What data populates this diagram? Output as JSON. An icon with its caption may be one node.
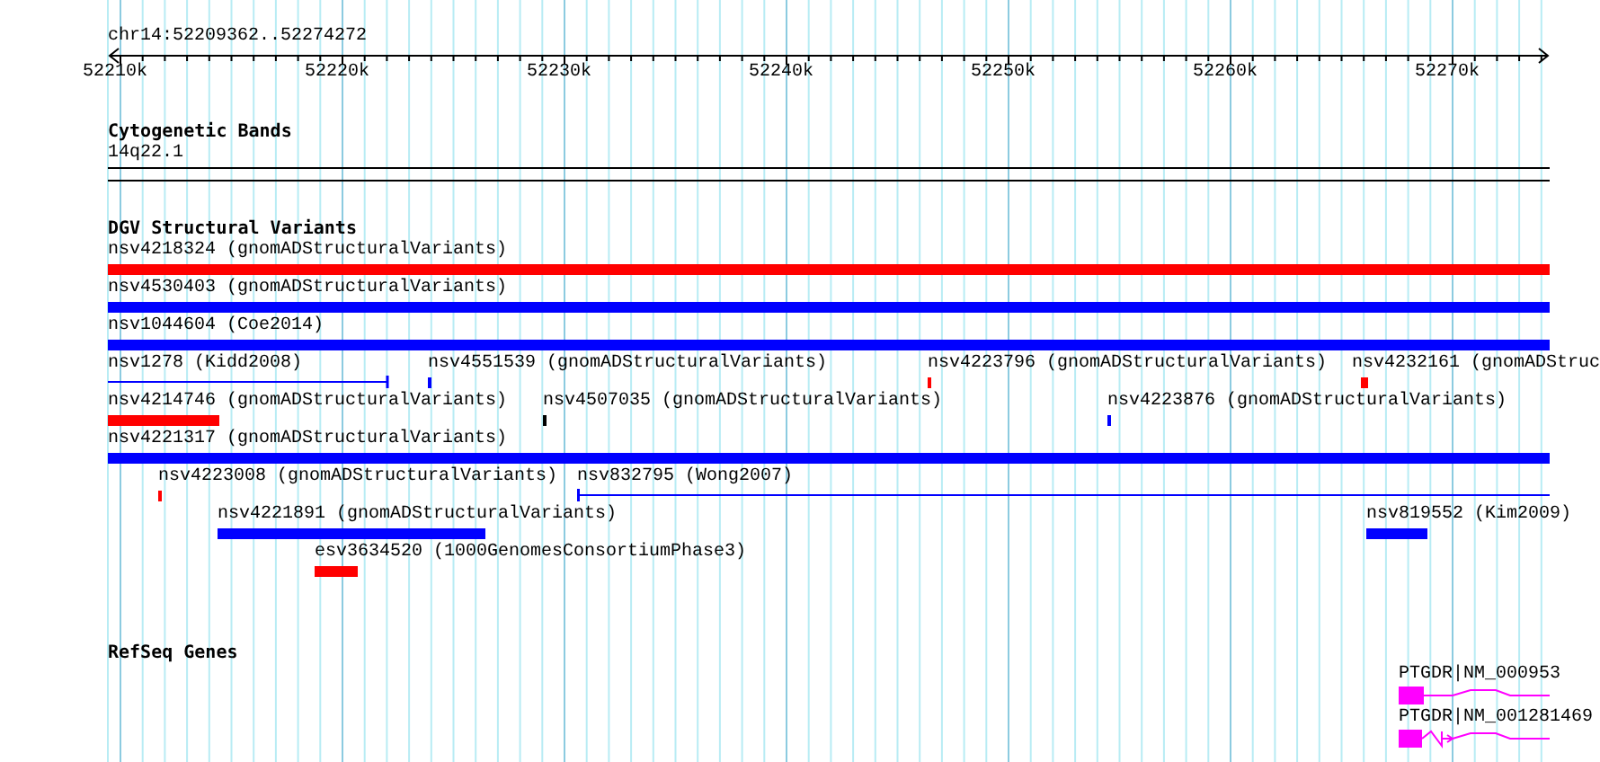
{
  "diagram": {
    "nodes": [
      {
        "text": [
          "14q22.1"
        ]
      },
      {
        "text": [
          "nsv4218324 (gnomADStructuralVariants)"
        ]
      },
      {
        "text": [
          "nsv4530403 (gnomADStructuralVariants)"
        ]
      },
      {
        "text": [
          "nsv1044604 (Coe2014)"
        ]
      },
      {
        "text": [
          "nsv1278 (Kidd2008)"
        ]
      },
      {
        "text": [
          "nsv4551539 (gnomADStructuralVariants)"
        ]
      },
      {
        "text": [
          "nsv4223796 (gnomADStructuralVariants)"
        ]
      },
      {
        "text": [
          "nsv4232161 (gnomADStruc"
        ]
      },
      {
        "text": [
          "nsv4214746 (gnomADStructuralVariants)"
        ]
      },
      {
        "text": [
          "nsv4507035 (gnomADStructuralVariants)"
        ]
      },
      {
        "text": [
          "nsv4223876 (gnomADStructuralVariants)"
        ]
      },
      {
        "text": [
          "nsv4221317 (gnomADStructuralVariants)"
        ]
      },
      {
        "text": [
          "nsv4223008 (gnomADStructuralVariants)"
        ]
      },
      {
        "text": [
          "nsv832795 (Wong2007)"
        ]
      },
      {
        "text": [
          "nsv4221891 (gnomADStructuralVariants)"
        ]
      },
      {
        "text": [
          "nsv819552 (Kim2009)"
        ]
      },
      {
        "text": [
          "esv3634520 (1000GenomesConsortiumPhase3)"
        ]
      },
      {
        "text": [
          "PTGDR|NM_000953"
        ]
      },
      {
        "text": [
          "PTGDR|NM_001281469"
        ]
      }
    ],
    "labels": [
      "chr14:52209362..52274272",
      "52210k",
      "52220k",
      "52230k",
      "52240k",
      "52250k",
      "52260k",
      "52270k",
      "Cytogenetic Bands",
      "DGV Structural Variants",
      "RefSeq Genes"
    ]
  }
}
